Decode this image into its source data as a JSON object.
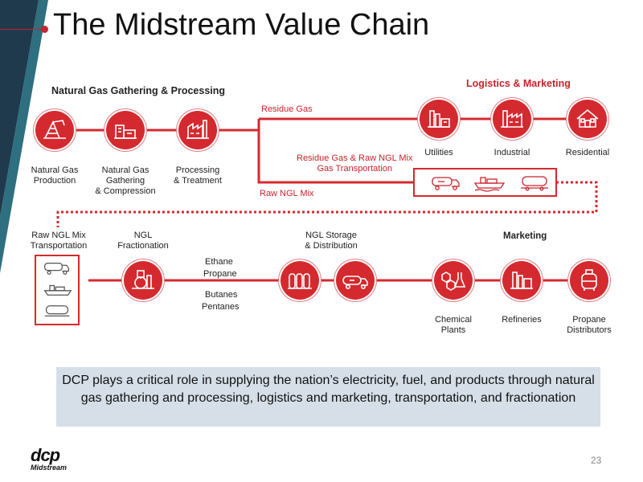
{
  "slide": {
    "title": "The Midstream Value Chain",
    "page_number": "23",
    "colors": {
      "accent_red": "#d42a2f",
      "dark_navy": "#1e3a4c",
      "teal": "#2e6f80",
      "callout_bg": "#d6dfe8"
    }
  },
  "sections": {
    "gathering_processing": "Natural Gas Gathering & Processing",
    "logistics_marketing": "Logistics & Marketing",
    "marketing": "Marketing"
  },
  "nodes": {
    "natural_gas_production": {
      "label": "Natural Gas\nProduction",
      "icon": "gas-well-icon"
    },
    "gathering_compression": {
      "label": "Natural Gas\nGathering\n& Compression",
      "icon": "compressor-icon"
    },
    "processing_treatment": {
      "label": "Processing\n& Treatment",
      "icon": "processing-plant-icon"
    },
    "utilities": {
      "label": "Utilities",
      "icon": "power-plant-icon"
    },
    "industrial": {
      "label": "Industrial",
      "icon": "factory-icon"
    },
    "residential": {
      "label": "Residential",
      "icon": "house-icon"
    },
    "raw_ngl_transport": {
      "label": "Raw NGL Mix\nTransportation",
      "icons": [
        "truck-icon",
        "barge-icon",
        "rail-car-icon"
      ]
    },
    "ngl_fractionation": {
      "label": "NGL\nFractionation",
      "icon": "fractionator-icon"
    },
    "ngl_storage": {
      "label": "NGL Storage\n& Distribution",
      "icons": [
        "storage-tanks-icon",
        "tanker-truck-icon"
      ]
    },
    "chemical_plants": {
      "label": "Chemical\nPlants",
      "icon": "chemistry-icon"
    },
    "refineries": {
      "label": "Refineries",
      "icon": "refinery-icon"
    },
    "propane_distributors": {
      "label": "Propane\nDistributors",
      "icon": "propane-tank-icon"
    }
  },
  "flows": {
    "residue_gas": "Residue Gas",
    "residue_gas_raw_ngl": "Residue Gas & Raw NGL Mix\nGas Transportation",
    "raw_ngl_mix": "Raw NGL Mix",
    "transport_icons": [
      "truck-icon",
      "barge-icon",
      "rail-car-icon"
    ]
  },
  "products": {
    "ethane": "Ethane",
    "propane": "Propane",
    "butanes": "Butanes",
    "pentanes": "Pentanes"
  },
  "callout": {
    "text": "DCP plays a critical role in supplying the nation’s electricity, fuel, and products through natural gas gathering and processing, logistics and marketing, transportation, and fractionation"
  },
  "logo": {
    "brand": "dcp",
    "sub": "Midstream"
  }
}
